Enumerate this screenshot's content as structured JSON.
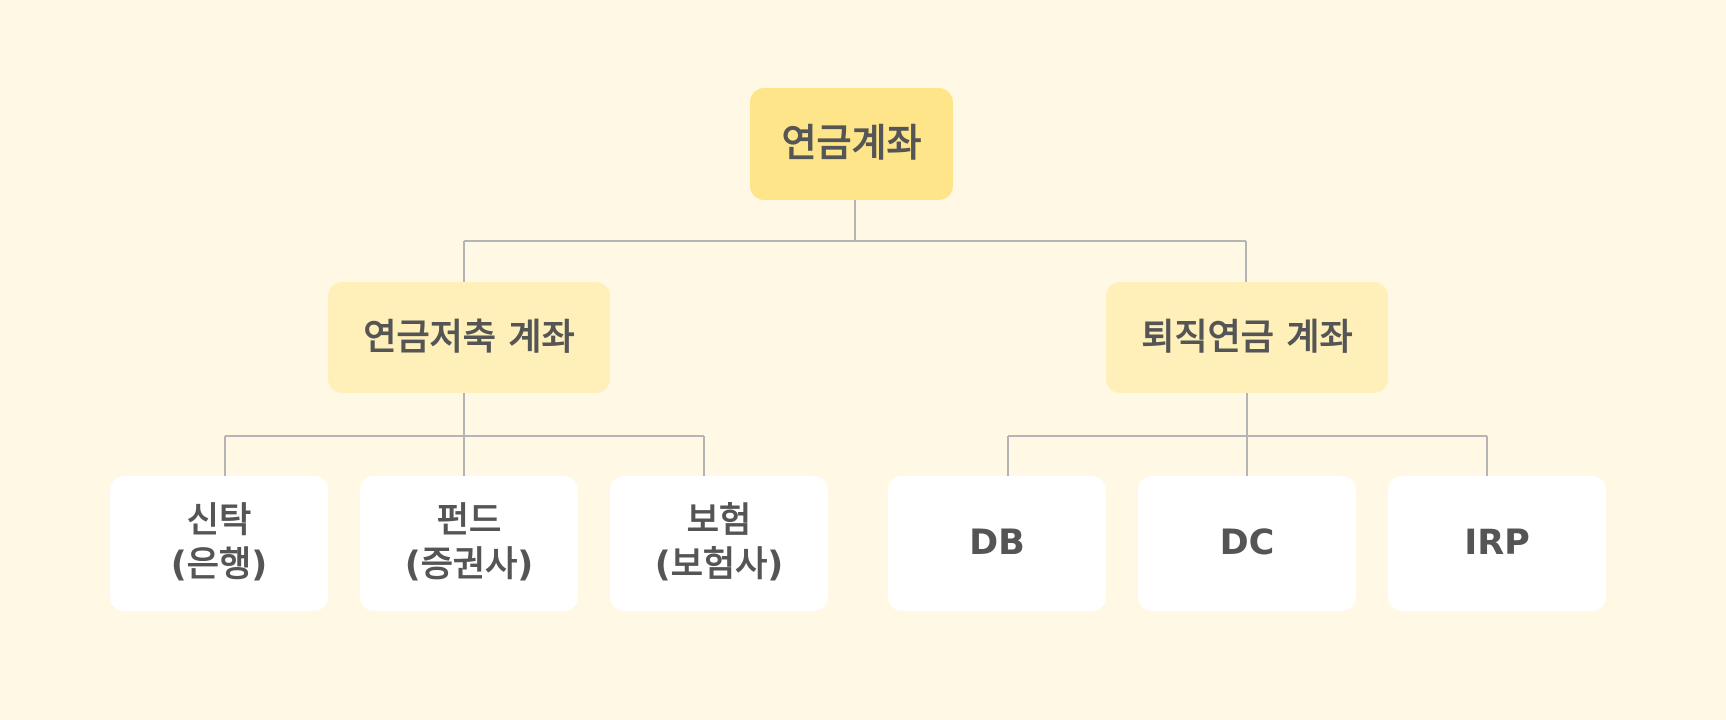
{
  "diagram": {
    "root": {
      "label": "연금계좌"
    },
    "branches": [
      {
        "label": "연금저축 계좌",
        "children": [
          {
            "line1": "신탁",
            "line2": "(은행)"
          },
          {
            "line1": "펀드",
            "line2": "(증권사)"
          },
          {
            "line1": "보험",
            "line2": "(보험사)"
          }
        ]
      },
      {
        "label": "퇴직연금 계좌",
        "children": [
          {
            "line1": "DB",
            "line2": ""
          },
          {
            "line1": "DC",
            "line2": ""
          },
          {
            "line1": "IRP",
            "line2": ""
          }
        ]
      }
    ]
  },
  "colors": {
    "background": "#FEF8E5",
    "root_fill": "#FEE58A",
    "branch_fill": "#FEF0B8",
    "leaf_fill": "#FFFFFF",
    "text": "#555555",
    "connector": "#B5B5B5"
  }
}
